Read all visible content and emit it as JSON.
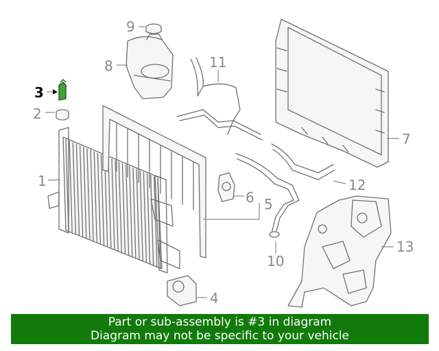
{
  "callouts": [
    {
      "num": "1"
    },
    {
      "num": "2"
    },
    {
      "num": "3",
      "highlighted": true
    },
    {
      "num": "4"
    },
    {
      "num": "5"
    },
    {
      "num": "6"
    },
    {
      "num": "7"
    },
    {
      "num": "8"
    },
    {
      "num": "9"
    },
    {
      "num": "10"
    },
    {
      "num": "11"
    },
    {
      "num": "12"
    },
    {
      "num": "13"
    }
  ],
  "banner": {
    "line1": "Part or sub-assembly is #3 in diagram",
    "line2": "Diagram may not be specific to your vehicle"
  },
  "colors": {
    "banner_bg": "#127a0a",
    "highlight_part": "#3fa23a",
    "line_art": "#6f6f6f"
  }
}
